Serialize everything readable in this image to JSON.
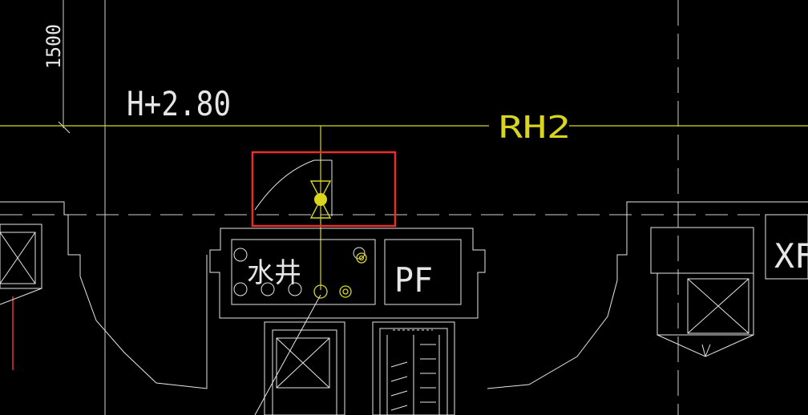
{
  "drawing": {
    "background": "#000000",
    "colors": {
      "line": "#e6e6e6",
      "pipe": "#d9d51f",
      "highlight": "#e8302a",
      "axis": "#cfcfcf"
    }
  },
  "annotations": {
    "dimension": "1500",
    "elevation": "H+2.80",
    "pipe_tag": "RH2",
    "room_water_shaft": "水井",
    "room_pf": "PF",
    "room_xf": "XF"
  },
  "symbols": {
    "valve": "valve-icon",
    "riser": "pipe-riser-icon",
    "elevator": "elevator-shaft-icon",
    "stair": "stair-icon"
  }
}
